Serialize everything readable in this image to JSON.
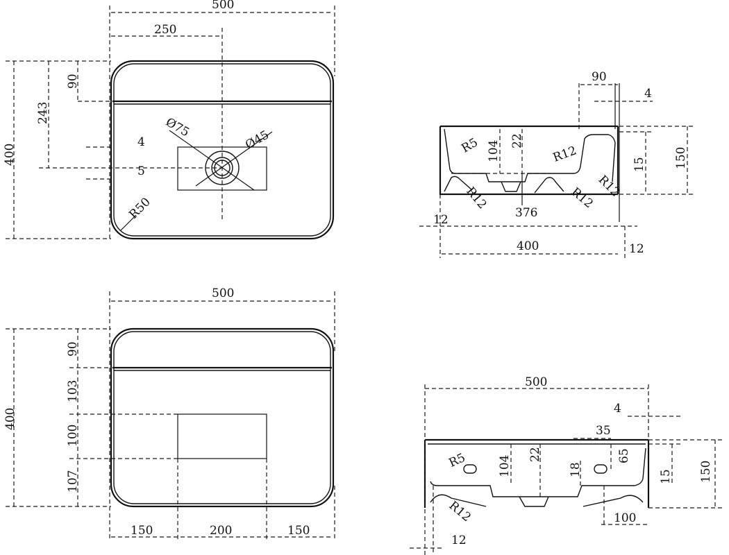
{
  "top_view": {
    "width": "500",
    "half_width": "250",
    "depth": "400",
    "offset_243": "243",
    "deck": "90",
    "thk_4": "4",
    "thk_5": "5",
    "radius": "R50",
    "drain_outer": "Ø75",
    "drain_inner": "Ø45"
  },
  "side_view_top": {
    "deck": "90",
    "thk_4": "4",
    "height": "150",
    "inner_15": "15",
    "depth_104": "104",
    "depth_22": "22",
    "r5": "R5",
    "r12_a": "R12",
    "r12_b": "R12",
    "r12_c": "R12",
    "r12_d": "R12",
    "dim_376": "376",
    "dim_400": "400",
    "left_12": "12",
    "right_12": "12"
  },
  "bottom_view": {
    "width": "500",
    "depth": "400",
    "d_90": "90",
    "d_103": "103",
    "d_100": "100",
    "d_107": "107",
    "w_150_left": "150",
    "w_200": "200",
    "w_150_right": "150"
  },
  "front_view": {
    "width": "500",
    "thk_4": "4",
    "d_35": "35",
    "d_104": "104",
    "d_22": "22",
    "d_18": "18",
    "d_65": "65",
    "inner_15": "15",
    "height": "150",
    "r5": "R5",
    "r12": "R12",
    "d_100": "100",
    "left_12": "12"
  }
}
